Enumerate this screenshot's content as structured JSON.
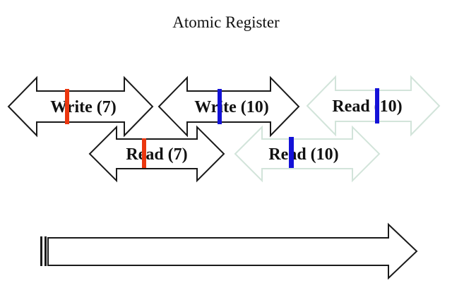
{
  "title": "Atomic Register",
  "colors": {
    "arrow_outline_black": "#1a1a1a",
    "arrow_outline_pale": "#d2e4da",
    "arrow_fill": "#ffffff",
    "tick_red": "#eb370f",
    "tick_blue": "#1412d7",
    "text": "#111111"
  },
  "operations": [
    {
      "label": "Write (7)",
      "row": 1,
      "outline": "#1a1a1a",
      "tick": "#eb370f"
    },
    {
      "label": "Write (10)",
      "row": 1,
      "outline": "#1a1a1a",
      "tick": "#1412d7"
    },
    {
      "label": "Read (10)",
      "row": 1,
      "outline": "#d2e4da",
      "tick": "#1412d7"
    },
    {
      "label": "Read (7)",
      "row": 2,
      "outline": "#1a1a1a",
      "tick": "#eb370f"
    },
    {
      "label": "Read (10)",
      "row": 2,
      "outline": "#d2e4da",
      "tick": "#1412d7"
    }
  ],
  "timeline": {
    "outline": "#1a1a1a"
  }
}
